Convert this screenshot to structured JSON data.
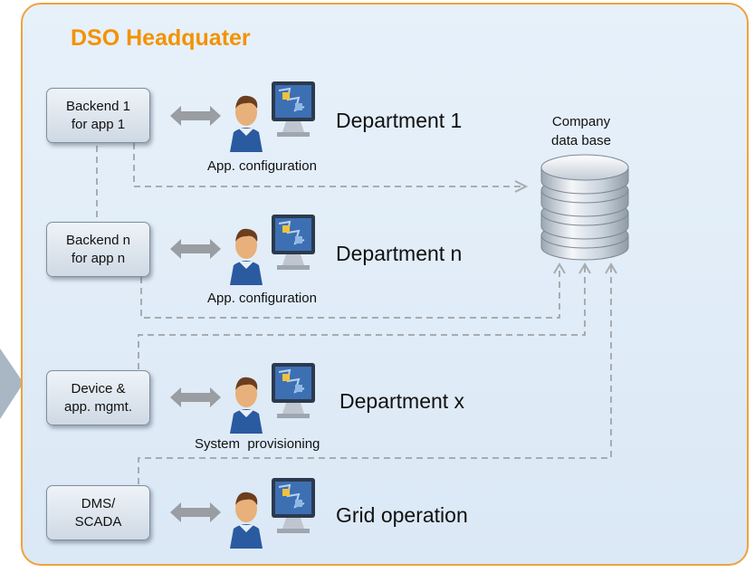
{
  "title": "DSO Headquater",
  "database": {
    "line1": "Company",
    "line2": "data base",
    "icon": "database-icon"
  },
  "rows": [
    {
      "box": [
        "Backend 1",
        "for app 1"
      ],
      "department": "Department 1",
      "caption": "App. configuration"
    },
    {
      "box": [
        "Backend n",
        "for app n"
      ],
      "department": "Department n",
      "caption": "App. configuration"
    },
    {
      "box": [
        "Device &",
        "app. mgmt."
      ],
      "department": "Department x",
      "caption": "System  provisioning"
    },
    {
      "box": [
        "DMS/",
        "SCADA"
      ],
      "department": "Grid operation",
      "caption": ""
    }
  ],
  "colors": {
    "accent": "#f39200",
    "frame": "#f0a23c",
    "connector": "#a8acb0",
    "arrow": "#9a9da1"
  },
  "icons": [
    "double-arrow-icon",
    "user-at-computer-icon"
  ]
}
